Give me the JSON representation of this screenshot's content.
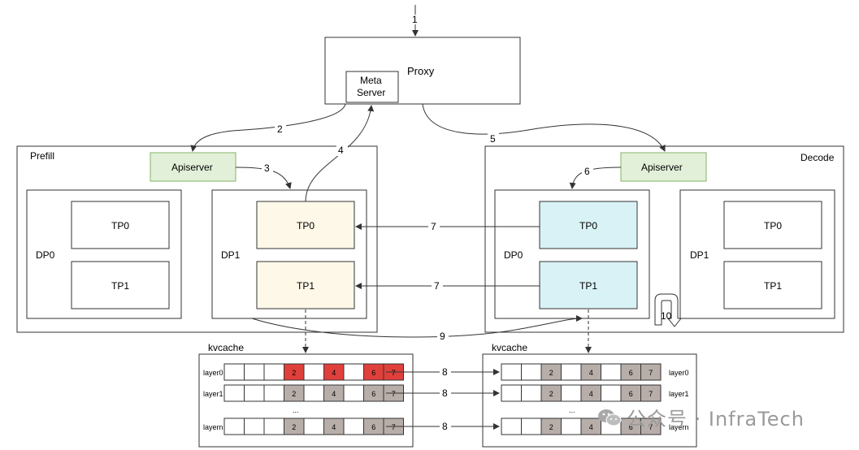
{
  "proxy": {
    "label": "Proxy",
    "meta_server": [
      "Meta",
      "Server"
    ]
  },
  "prefill": {
    "label": "Prefill",
    "apiserver": "Apiserver",
    "dp0": {
      "label": "DP0",
      "tp0": "TP0",
      "tp1": "TP1"
    },
    "dp1": {
      "label": "DP1",
      "tp0": "TP0",
      "tp1": "TP1"
    }
  },
  "decode": {
    "label": "Decode",
    "apiserver": "Apiserver",
    "dp0": {
      "label": "DP0",
      "tp0": "TP0",
      "tp1": "TP1"
    },
    "dp1": {
      "label": "DP1",
      "tp0": "TP0",
      "tp1": "TP1"
    }
  },
  "kvcache_left": {
    "title": "kvcache",
    "rows": [
      {
        "layer": "layer0",
        "cells": [
          "",
          "",
          "",
          "2",
          "",
          "4",
          "",
          "6",
          "7"
        ]
      },
      {
        "layer": "layer1",
        "cells": [
          "",
          "",
          "",
          "2",
          "",
          "4",
          "",
          "6",
          "7"
        ]
      },
      {
        "layer": "layern",
        "cells": [
          "",
          "",
          "",
          "2",
          "",
          "4",
          "",
          "6",
          "7"
        ]
      }
    ],
    "ellipsis": "..."
  },
  "kvcache_right": {
    "title": "kvcache",
    "rows": [
      {
        "layer": "layer0",
        "cells": [
          "",
          "",
          "2",
          "",
          "4",
          "",
          "6",
          "7"
        ]
      },
      {
        "layer": "layer1",
        "cells": [
          "",
          "",
          "2",
          "",
          "4",
          "",
          "6",
          "7"
        ]
      },
      {
        "layer": "layern",
        "cells": [
          "",
          "",
          "2",
          "",
          "4",
          "",
          "6",
          "7"
        ]
      }
    ],
    "ellipsis": "..."
  },
  "steps": {
    "s1": "1",
    "s2": "2",
    "s3": "3",
    "s4": "4",
    "s5": "5",
    "s6": "6",
    "s7a": "7",
    "s7b": "7",
    "s8a": "8",
    "s8b": "8",
    "s8c": "8",
    "s9": "9",
    "s10": "10"
  },
  "watermark": "公众号 · InfraTech",
  "colors": {
    "apiserver_fill": "#e2f0d9",
    "apiserver_stroke": "#82b366",
    "prefill_tp_fill": "#fdf8e8",
    "decode_tp_fill": "#d9f2f5",
    "cache_red": "#e0403c",
    "cache_gray": "#b8aea9"
  }
}
